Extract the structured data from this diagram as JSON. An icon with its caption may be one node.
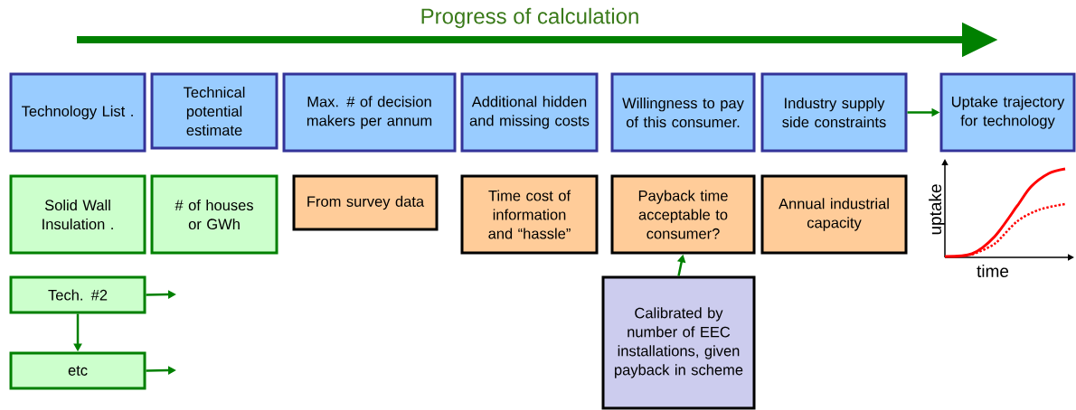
{
  "diagram": {
    "title": "Progress of calculation",
    "nodes": [
      {
        "text": [
          "Technology List ."
        ]
      },
      {
        "text": [
          "Technical potential estimate"
        ]
      },
      {
        "text": [
          "Max. # of decision makers per annum"
        ]
      },
      {
        "text": [
          "Additional hidden and missing costs"
        ]
      },
      {
        "text": [
          "Willingness to pay of this consumer."
        ]
      },
      {
        "text": [
          "Industry supply side constraints"
        ]
      },
      {
        "text": [
          "Uptake trajectory for technology"
        ]
      },
      {
        "text": [
          "Solid Wall Insulation ."
        ]
      },
      {
        "text": [
          "# of houses or GWh"
        ]
      },
      {
        "text": [
          "From survey data"
        ]
      },
      {
        "text": [
          "Time cost of information and “hassle”"
        ]
      },
      {
        "text": [
          "Payback time acceptable to consumer?"
        ]
      },
      {
        "text": [
          "Annual industrial capacity"
        ]
      },
      {
        "text": [
          "Tech. #2"
        ]
      },
      {
        "text": [
          "etc"
        ]
      },
      {
        "text": [
          "Calibrated by number of EEC installations, given payback in scheme"
        ]
      }
    ],
    "edges": [
      {
        "from": 5,
        "to": 6,
        "arrow": "to"
      },
      {
        "from": 15,
        "to": 11,
        "arrow": "to"
      },
      {
        "from": 13,
        "to": null,
        "arrow": "to"
      },
      {
        "from": 13,
        "to": 14,
        "arrow": "to"
      },
      {
        "from": 14,
        "to": null,
        "arrow": "to"
      }
    ],
    "labels": [
      "uptake",
      "time"
    ]
  }
}
